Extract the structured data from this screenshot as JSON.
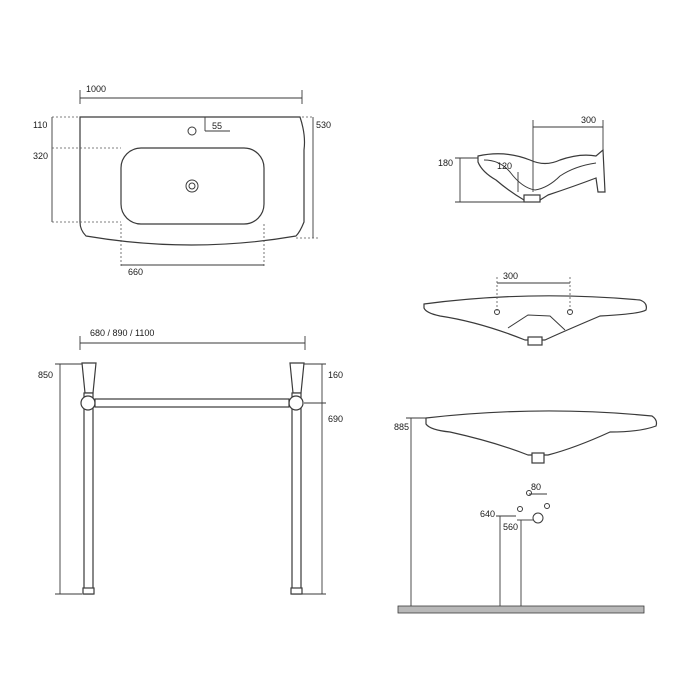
{
  "colors": {
    "line": "#3a3a3a",
    "floor": "#b8b8b8",
    "background": "#ffffff"
  },
  "top_view": {
    "width": "1000",
    "top_offset": "110",
    "basin_depth": "320",
    "overall_depth": "530",
    "tap_offset": "55",
    "basin_width": "660"
  },
  "side_view": {
    "depth": "300",
    "height": "180",
    "trap_offset": "120"
  },
  "front_view": {
    "hole_spacing": "300"
  },
  "frame_view": {
    "width_options": "680 / 890 / 1100",
    "height": "850",
    "top_section": "160",
    "lower_section": "690"
  },
  "install_view": {
    "rim_height": "885",
    "waste_spacing": "80",
    "supply_height": "640",
    "waste_height": "560"
  }
}
